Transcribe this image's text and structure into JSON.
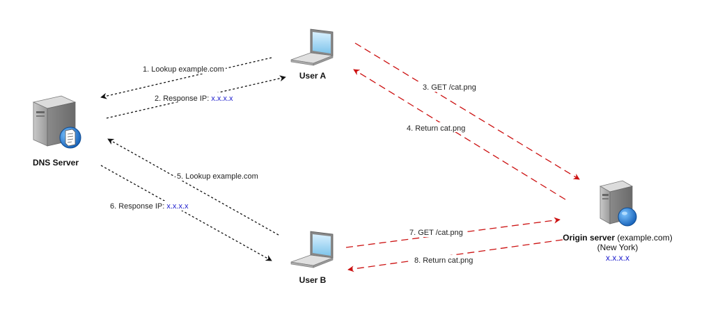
{
  "nodes": {
    "dns_server": {
      "label": "DNS Server"
    },
    "user_a": {
      "label": "User A"
    },
    "user_b": {
      "label": "User B"
    },
    "origin": {
      "label_bold": "Origin server",
      "label_rest": " (example.com)",
      "location": "(New York)",
      "ip": "x.x.x.x"
    }
  },
  "edges": {
    "e1": {
      "text": "1. Lookup example.com"
    },
    "e2": {
      "text": "2. Response IP: ",
      "ip": "x.x.x.x"
    },
    "e3": {
      "text": "3. GET /cat.png"
    },
    "e4": {
      "text": "4. Return cat.png"
    },
    "e5": {
      "text": "5. Lookup example.com"
    },
    "e6": {
      "text": "6. Response IP: ",
      "ip": "x.x.x.x"
    },
    "e7": {
      "text": "7. GET /cat.png"
    },
    "e8": {
      "text": "8. Return cat.png"
    }
  },
  "colors": {
    "dns_arrow": "#111111",
    "http_arrow": "#cc1111",
    "ip_text": "#1a1acc"
  }
}
